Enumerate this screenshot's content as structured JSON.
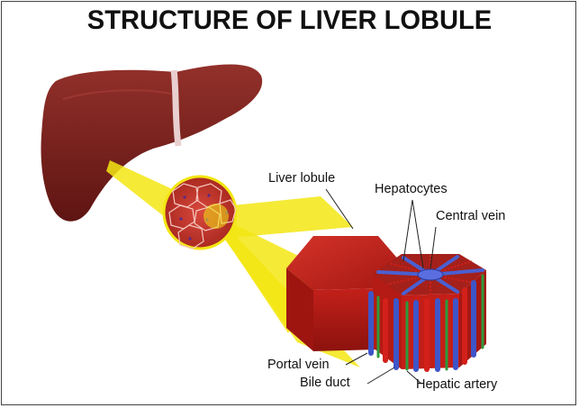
{
  "title": "STRUCTURE OF LIVER LOBULE",
  "labels": {
    "liver_lobule": "Liver lobule",
    "hepatocytes": "Hepatocytes",
    "central_vein": "Central vein",
    "portal_vein": "Portal vein",
    "bile_duct": "Bile duct",
    "hepatic_artery": "Hepatic artery"
  },
  "colors": {
    "liver": "#7d1f1c",
    "lobule": "#c01d16",
    "spotlight": "#f3e613",
    "portal_vein": "#3e55c8",
    "bile_duct": "#2e9a3a",
    "hepatic_artery": "#d3201a"
  }
}
